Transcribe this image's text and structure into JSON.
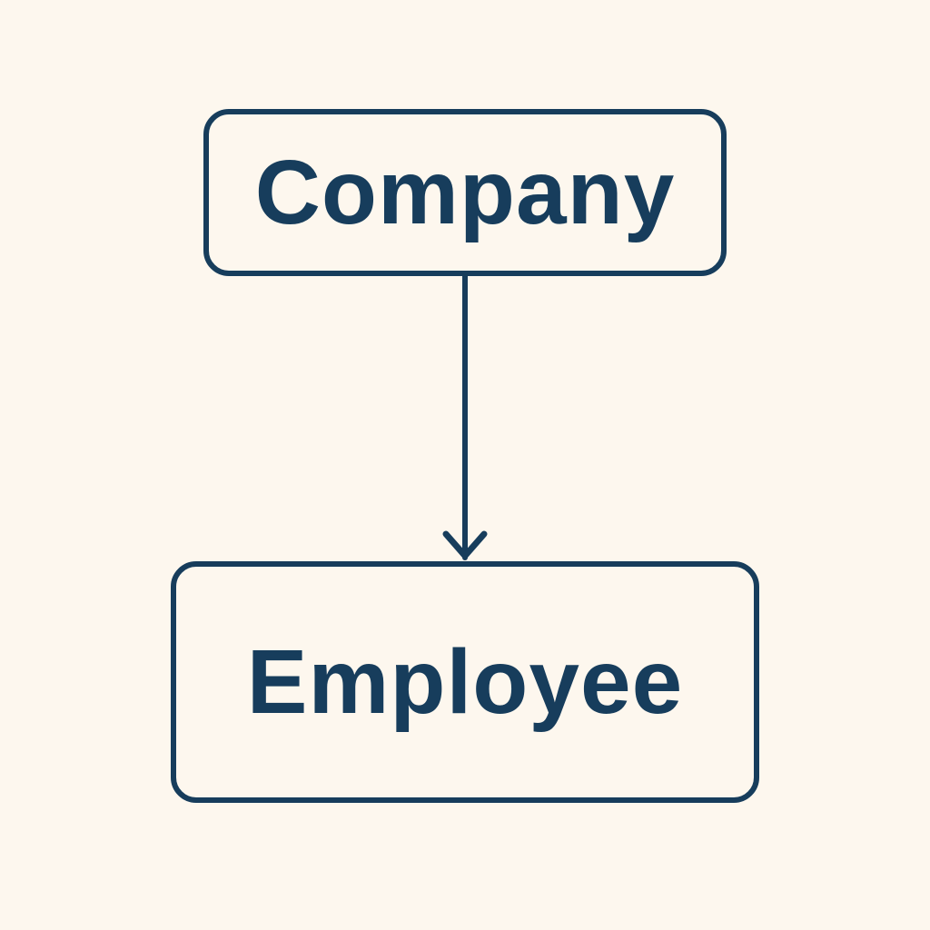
{
  "diagram": {
    "nodes": [
      {
        "id": "company",
        "label": "Company"
      },
      {
        "id": "employee",
        "label": "Employee"
      }
    ],
    "edges": [
      {
        "from": "company",
        "to": "employee",
        "arrow": "open-chevron"
      }
    ]
  },
  "colors": {
    "background": "#fdf7ee",
    "stroke": "#173d5c",
    "text": "#173d5c"
  }
}
